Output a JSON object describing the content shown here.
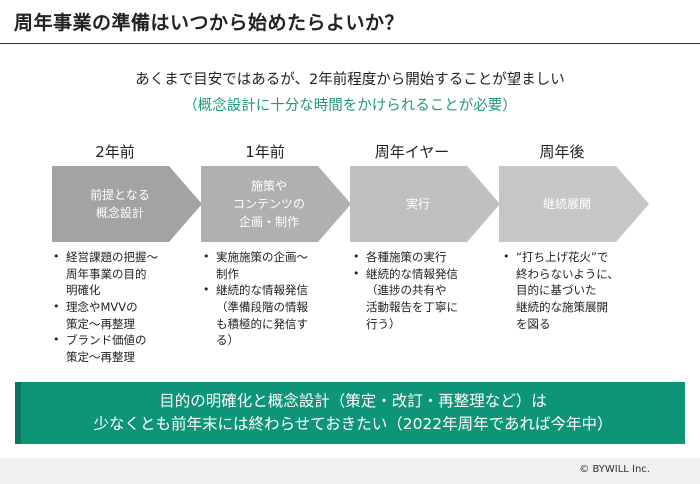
{
  "title": "周年事業の準備はいつから始めたらよいか？",
  "subtitle_main": "あくまで目安ではあるが、2年前程度から開始することが望ましい",
  "subtitle_note": "（概念設計に十分な時間をかけられることが必要）",
  "phases": [
    {
      "label": "2年前",
      "step": "前提となる\n概念設計",
      "bullets": [
        "経営課題の把握〜\n周年事業の目的\n明確化",
        "理念やMVVの\n策定〜再整理",
        "ブランド価値の\n策定〜再整理"
      ]
    },
    {
      "label": "1年前",
      "step": "施策や\nコンテンツの\n企画・制作",
      "bullets": [
        "実施施策の企画〜\n制作",
        "継続的な情報発信\n（準備段階の情報\nも積極的に発信す\nる）"
      ]
    },
    {
      "label": "周年イヤー",
      "step": "実行",
      "bullets": [
        "各種施策の実行",
        "継続的な情報発信\n（進捗の共有や\n活動報告を丁寧に\n行う）"
      ]
    },
    {
      "label": "周年後",
      "step": "継続展開",
      "bullets": [
        "“打ち上げ花火”で\n終わらないように、\n目的に基づいた\n継続的な施策展開\nを図る"
      ]
    }
  ],
  "banner": {
    "line1": "目的の明確化と概念設計（策定・改訂・再整理など）は",
    "line2": "少なくとも前年末には終わらせておきたい（2022年周年であれば今年中）"
  },
  "copyright": "© BYWILL Inc.",
  "colors": {
    "accent": "#1f9a78",
    "banner": "#0e9477",
    "banner_edge": "#0b7560"
  }
}
